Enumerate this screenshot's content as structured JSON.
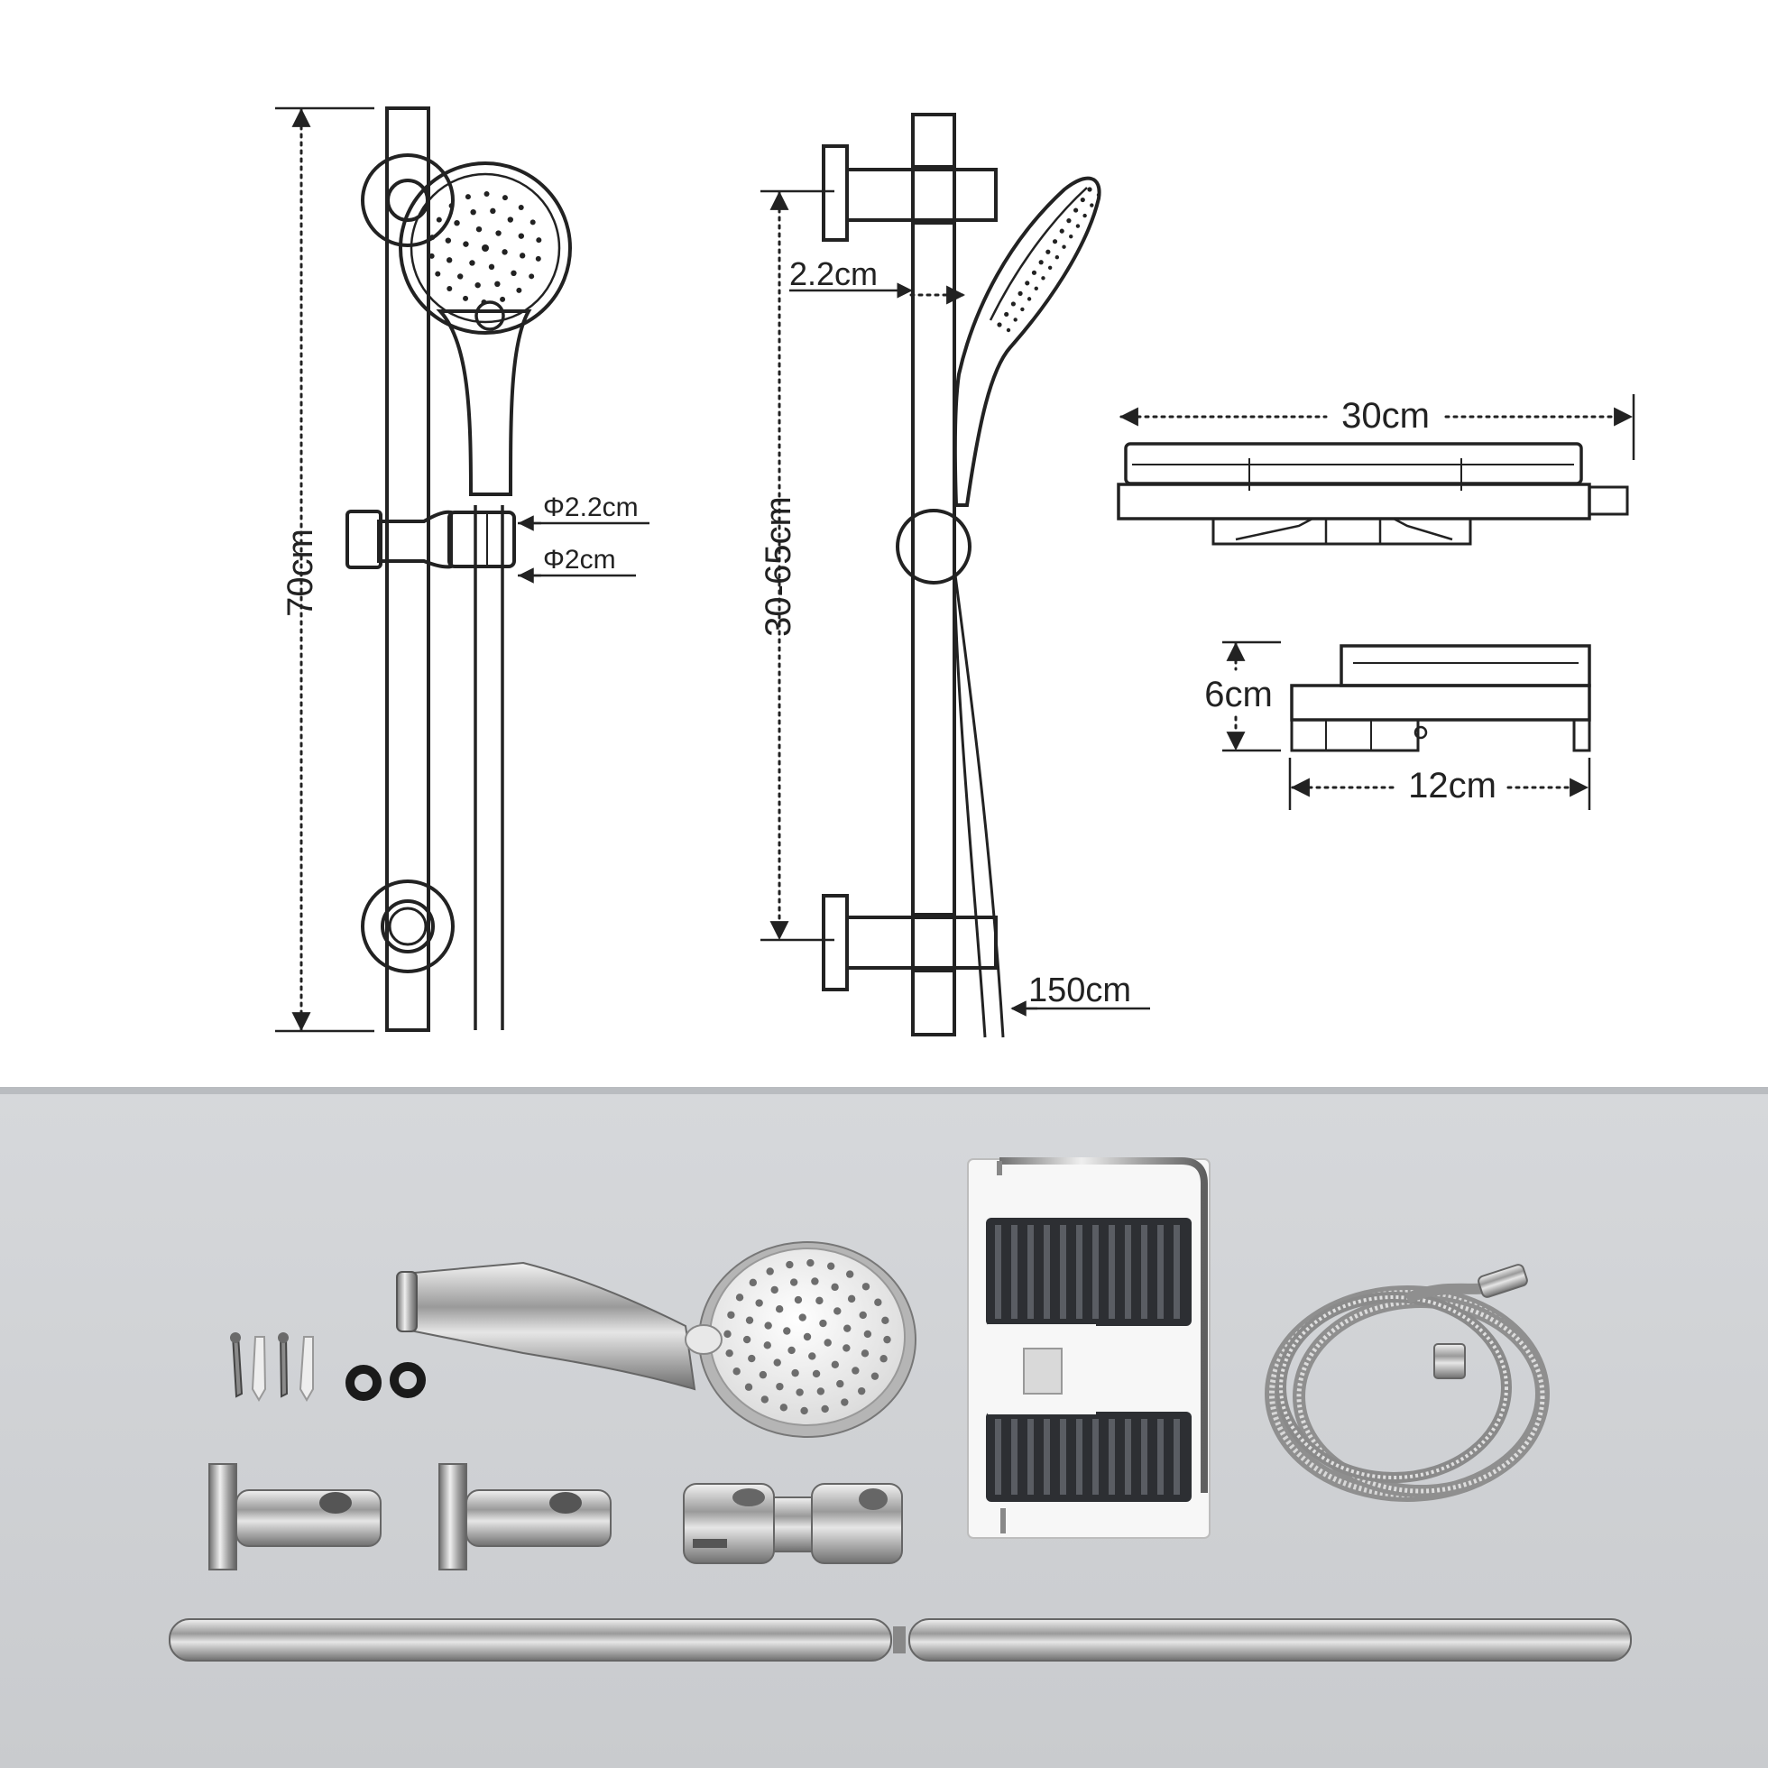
{
  "diagram": {
    "front_view": {
      "overall_height_label": "70cm",
      "holder_outer_diameter_label": "Φ2.2cm",
      "holder_inner_diameter_label": "Φ2cm"
    },
    "side_view": {
      "adjustable_range_label": "30-65cm",
      "bar_diameter_label": "2.2cm",
      "hose_length_label": "150cm"
    },
    "soap_dish_top": {
      "width_label": "30cm"
    },
    "soap_dish_side": {
      "height_label": "6cm",
      "depth_label": "12cm"
    }
  },
  "photo": {
    "background_color": "#c9cbce",
    "components": [
      "screws-and-anchors",
      "rubber-washers",
      "hand-shower-head",
      "soap-dish-holder",
      "shower-hose",
      "wall-bracket-left",
      "wall-bracket-right",
      "sliding-holder",
      "slide-bar"
    ]
  }
}
